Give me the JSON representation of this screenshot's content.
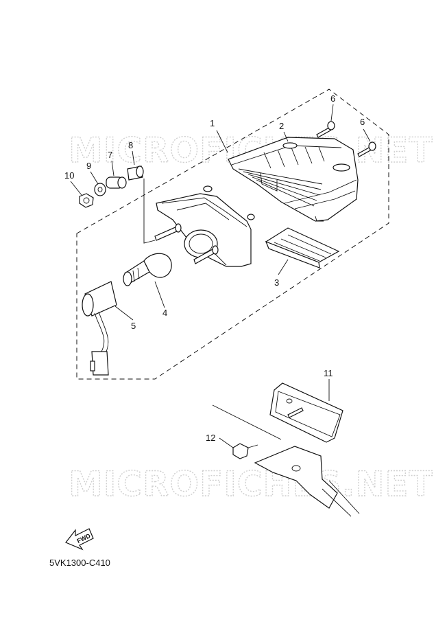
{
  "callouts": {
    "c1": "1",
    "c2": "2",
    "c3": "3",
    "c4": "4",
    "c5": "5",
    "c6a": "6",
    "c6b": "6",
    "c7": "7",
    "c8": "8",
    "c9": "9",
    "c10": "10",
    "c11": "11",
    "c12": "12"
  },
  "watermark": {
    "top": "MICROFICHES.NET",
    "bottom": "MICROFICHES.NET"
  },
  "fwd_label": "FWD",
  "diagram_code": "5VK1300-C410"
}
